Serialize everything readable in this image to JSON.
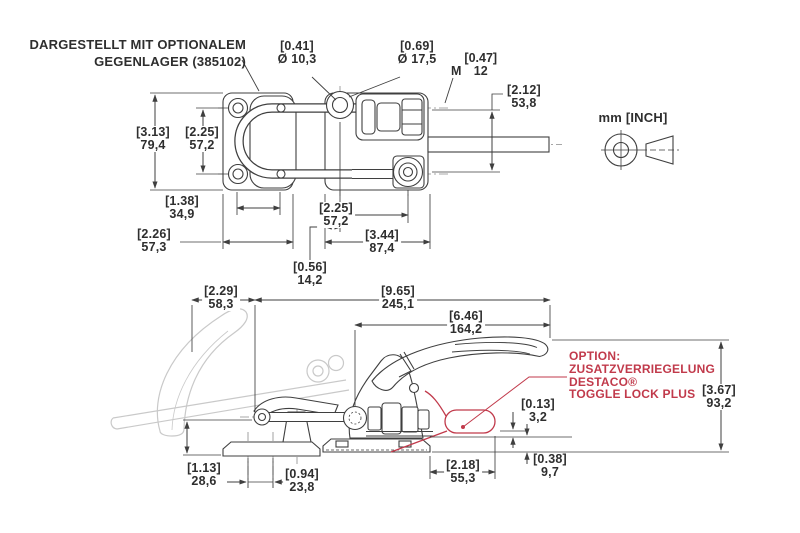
{
  "note": {
    "line1": "DARGESTELLT MIT OPTIONALEM",
    "line2": "GEGENLAGER (385102)"
  },
  "units_label": "mm [INCH]",
  "option": {
    "line1": "OPTION:",
    "line2": "ZUSATZVERRIEGELUNG",
    "line3": "DESTACO®",
    "line4": "TOGGLE LOCK PLUS"
  },
  "colors": {
    "line": "#3f3f3f",
    "ghost": "#c9c9c9",
    "accent_red": "#c13a4b",
    "background": "#ffffff"
  },
  "dims": {
    "dia_small": {
      "inch": "[0.41]",
      "mm": "Ø 10,3"
    },
    "dia_large": {
      "inch": "[0.69]",
      "mm": "Ø 17,5"
    },
    "thread": {
      "prefix": "M",
      "inch": "[0.47]",
      "mm": "12"
    },
    "height_53": {
      "inch": "[2.12]",
      "mm": "53,8"
    },
    "height_79": {
      "inch": "[3.13]",
      "mm": "79,4"
    },
    "spacing_57_left": {
      "inch": "[2.25]",
      "mm": "57,2"
    },
    "spacing_34": {
      "inch": "[1.38]",
      "mm": "34,9"
    },
    "width_57": {
      "inch": "[2.26]",
      "mm": "57,3"
    },
    "spacing_57_right": {
      "inch": "[2.25]",
      "mm": "57,2"
    },
    "width_87": {
      "inch": "[3.44]",
      "mm": "87,4"
    },
    "offset_14": {
      "inch": "[0.56]",
      "mm": "14,2"
    },
    "reach_58": {
      "inch": "[2.29]",
      "mm": "58,3"
    },
    "length_245": {
      "inch": "[9.65]",
      "mm": "245,1"
    },
    "length_164": {
      "inch": "[6.46]",
      "mm": "164,2"
    },
    "height_93": {
      "inch": "[3.67]",
      "mm": "93,2"
    },
    "gap_3": {
      "inch": "[0.13]",
      "mm": "3,2"
    },
    "height_9": {
      "inch": "[0.38]",
      "mm": "9,7"
    },
    "length_55": {
      "inch": "[2.18]",
      "mm": "55,3"
    },
    "height_28": {
      "inch": "[1.13]",
      "mm": "28,6"
    },
    "spacing_23": {
      "inch": "[0.94]",
      "mm": "23,8"
    }
  }
}
